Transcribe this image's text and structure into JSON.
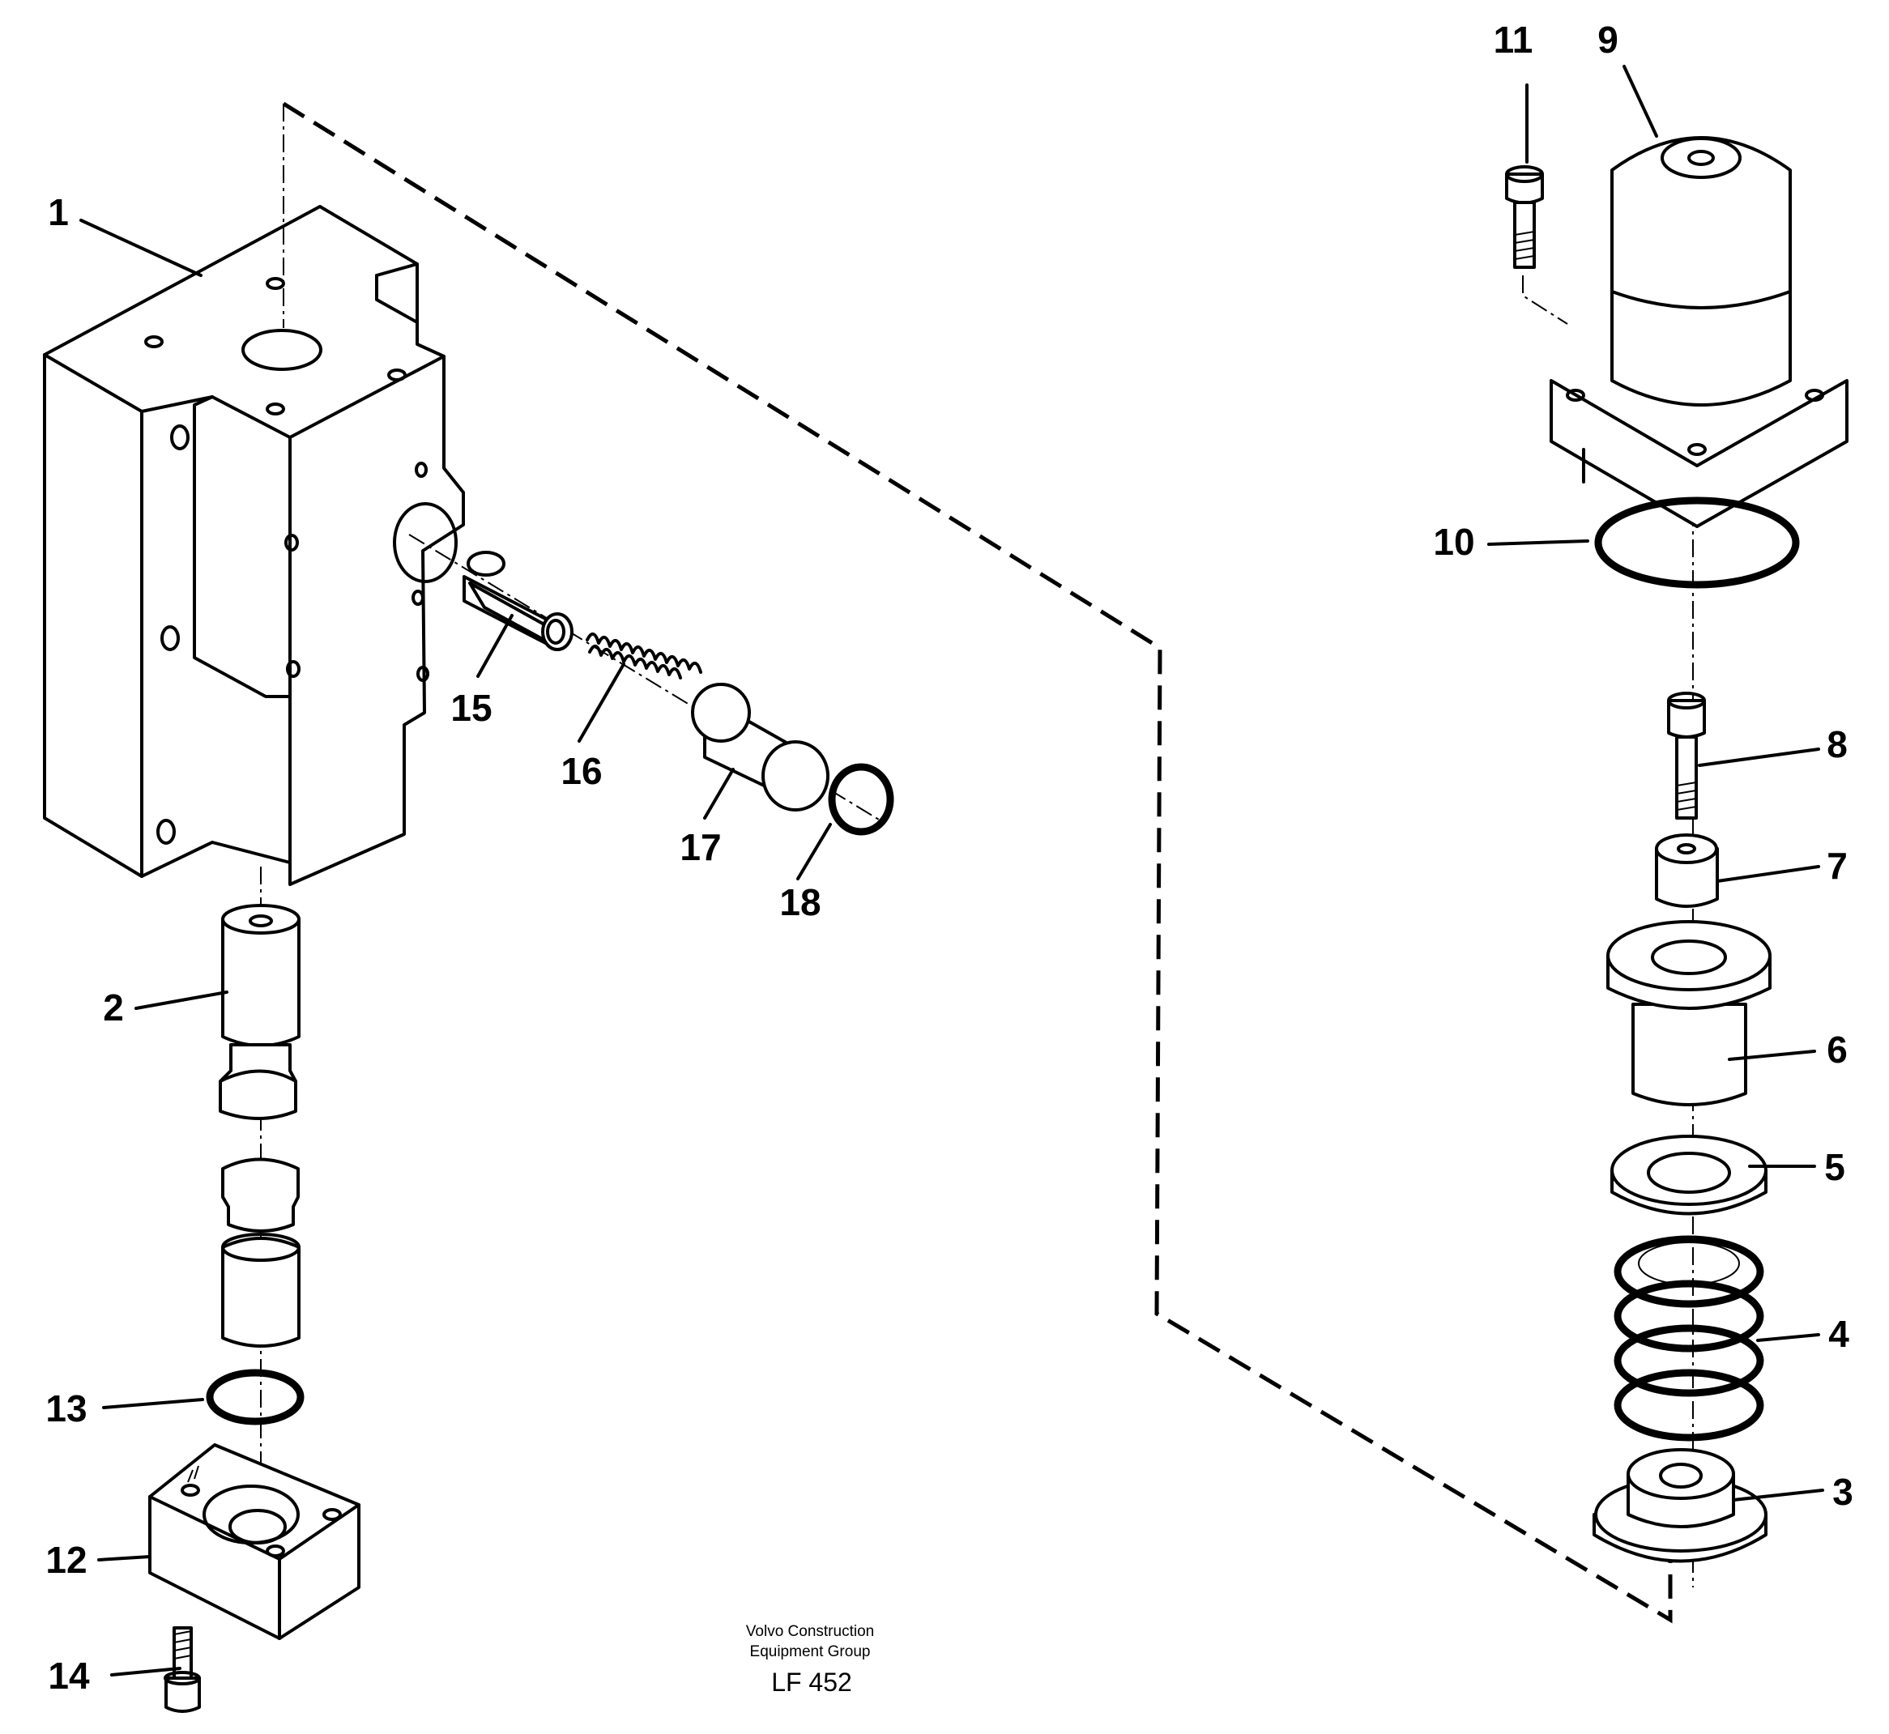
{
  "diagram": {
    "callouts": {
      "c1": "1",
      "c2": "2",
      "c3": "3",
      "c4": "4",
      "c5": "5",
      "c6": "6",
      "c7": "7",
      "c8": "8",
      "c9": "9",
      "c10": "10",
      "c11": "11",
      "c12": "12",
      "c13": "13",
      "c14": "14",
      "c15": "15",
      "c16": "16",
      "c17": "17",
      "c18": "18"
    },
    "credit_line1": "Volvo Construction",
    "credit_line2": "Equipment Group",
    "figure_code": "LF 452"
  }
}
